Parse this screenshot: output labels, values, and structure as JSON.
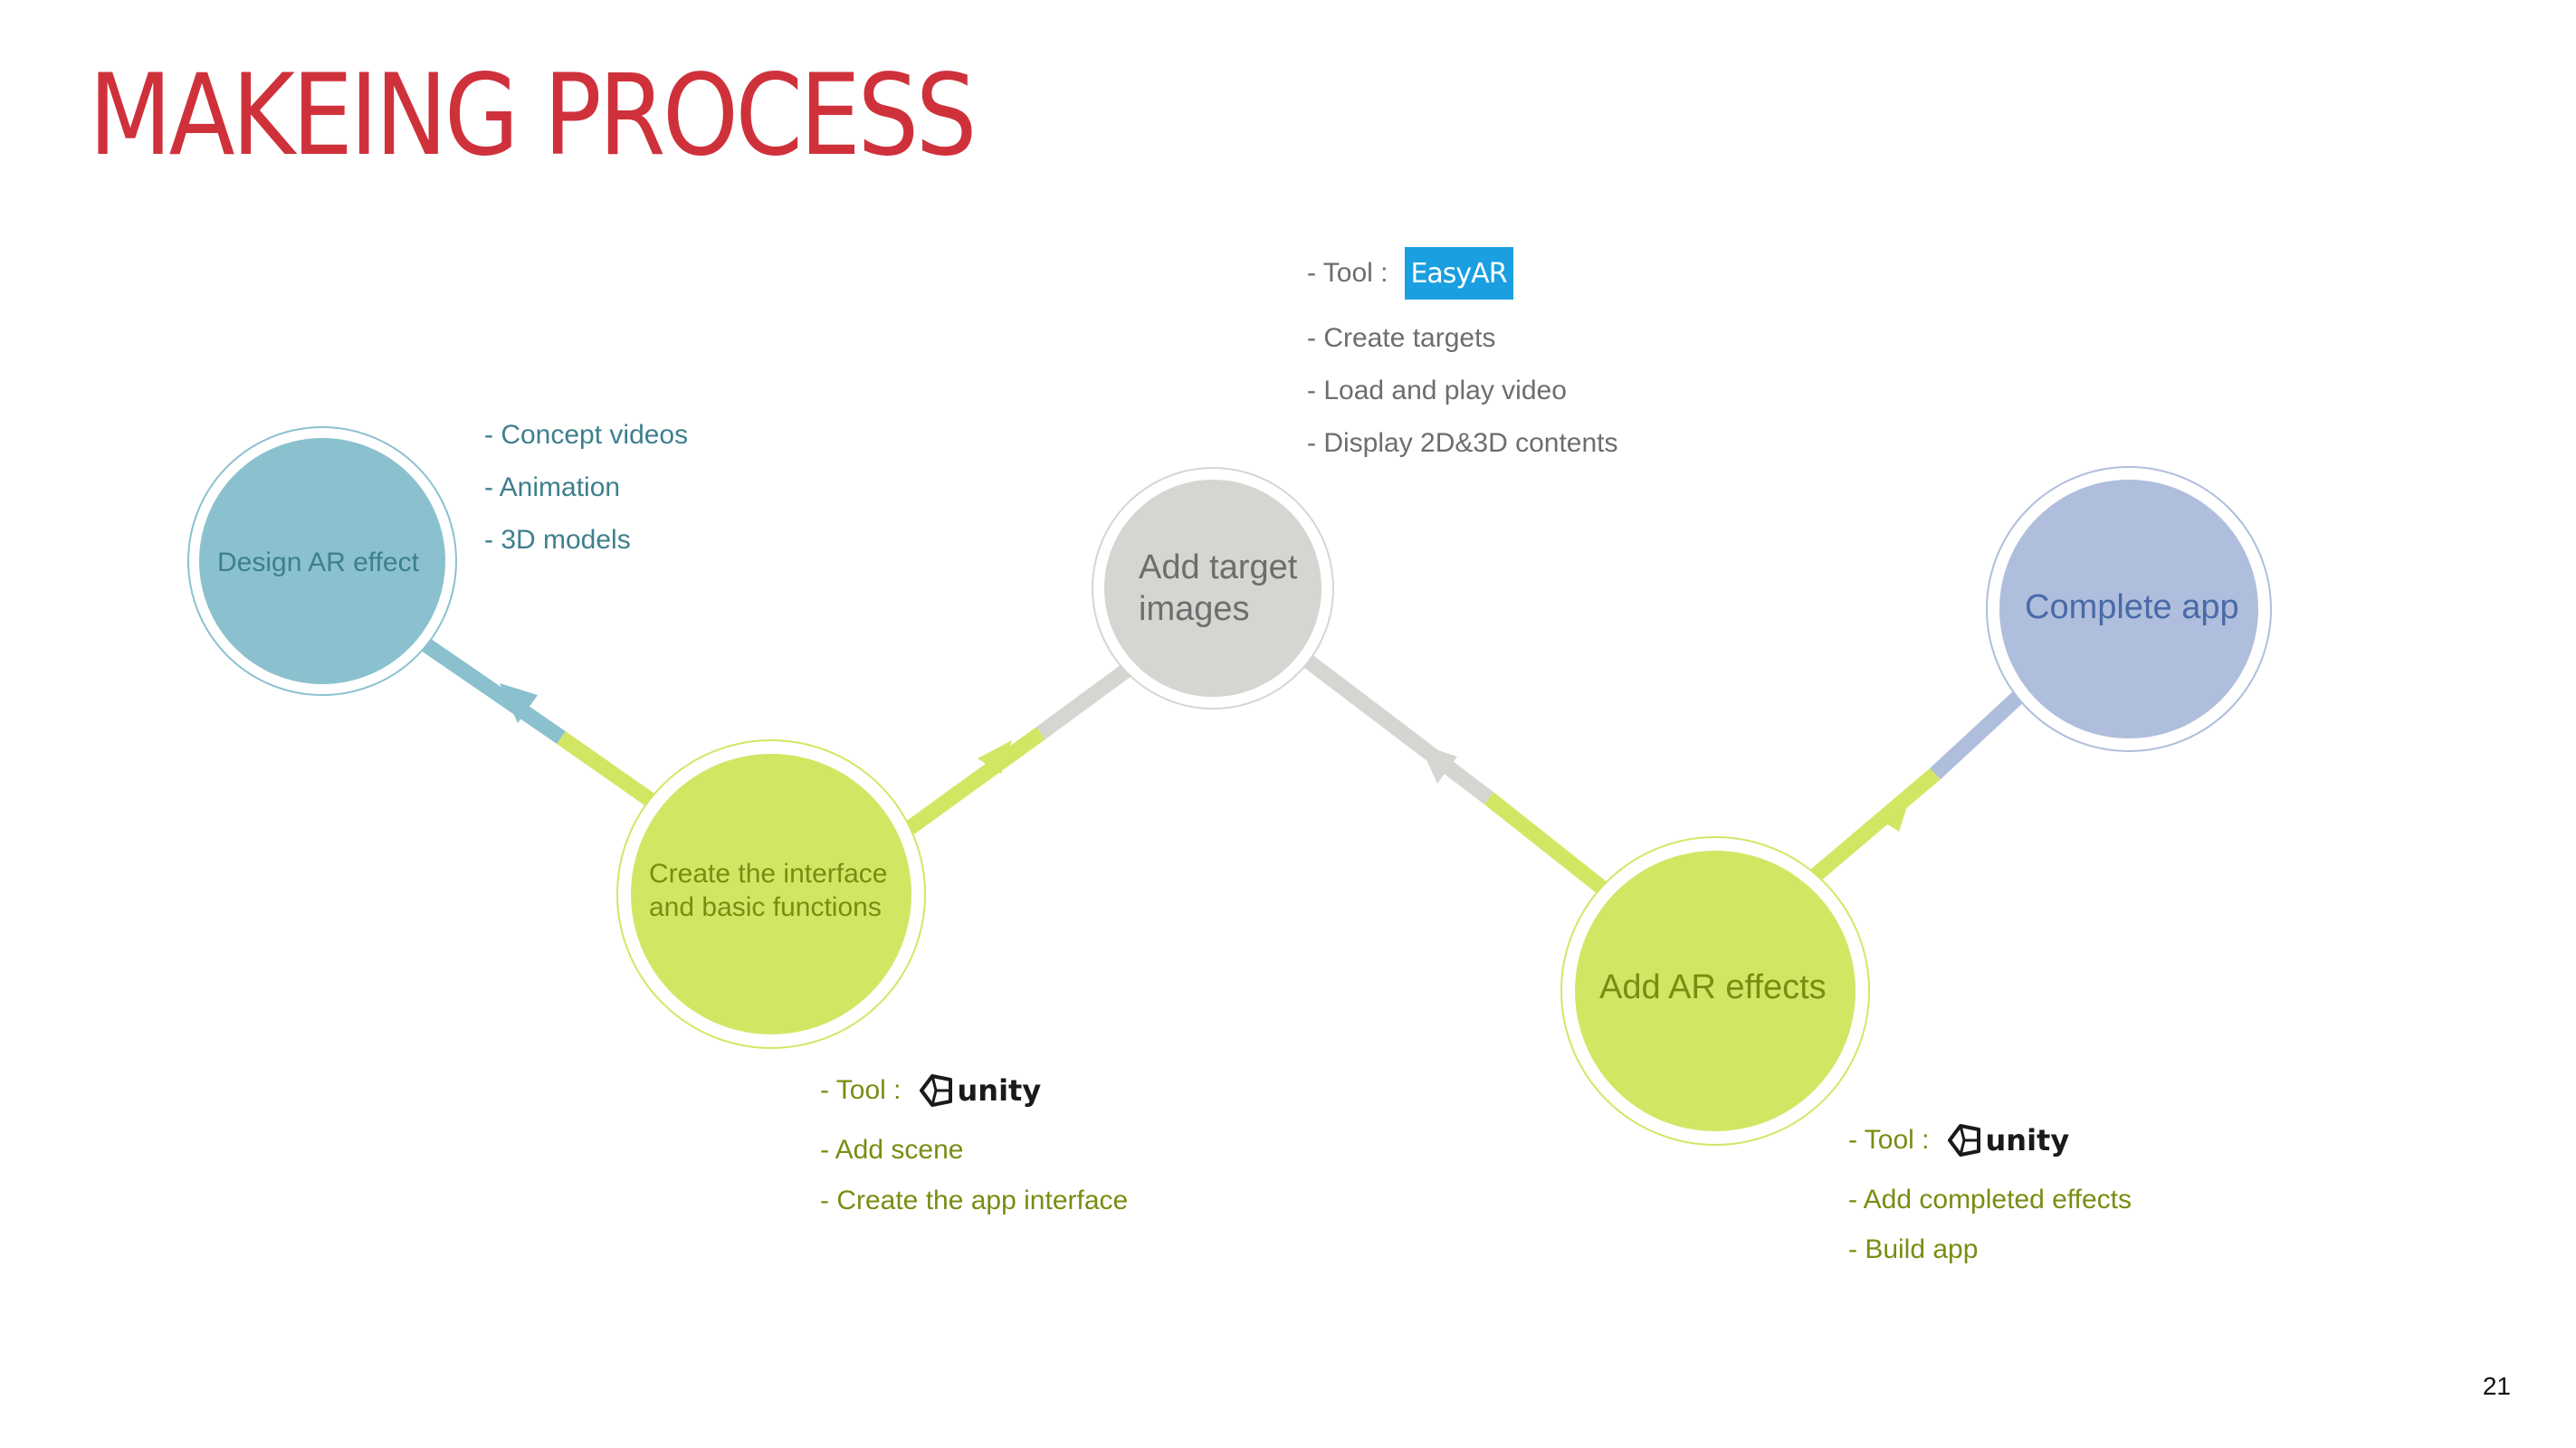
{
  "slide": {
    "title": "MAKEING PROCESS",
    "page_number": "21"
  },
  "colors": {
    "title": "#cf313b",
    "teal": "#8bc1cf",
    "teal_text": "#3e7f8e",
    "lime": "#d3e664",
    "lime_text": "#7a8c12",
    "gray": "#d5d5d2",
    "gray_text": "#6d6d6d",
    "lavender": "#afbedc",
    "lavender_text": "#4a6aa8",
    "easyar_blue": "#1a9fe0"
  },
  "nodes": [
    {
      "id": "design",
      "label": "Design AR effect",
      "color": "teal"
    },
    {
      "id": "interface",
      "label": "Create the interface\nand basic functions",
      "color": "lime"
    },
    {
      "id": "targets",
      "label": "Add target\nimages",
      "color": "gray"
    },
    {
      "id": "effects",
      "label": "Add AR effects",
      "color": "lime"
    },
    {
      "id": "complete",
      "label": "Complete app",
      "color": "lavender"
    }
  ],
  "notes": {
    "design": [
      "- Concept videos",
      "- Animation",
      "- 3D models"
    ],
    "targets": {
      "tool_label": "- Tool :",
      "tool_logo": "EasyAR",
      "items": [
        "- Create targets",
        "- Load and play video",
        "- Display 2D&3D contents"
      ]
    },
    "interface": {
      "tool_label": "- Tool :",
      "tool_logo": "unity",
      "tool_icon": "unity-cube-icon",
      "items": [
        "- Add scene",
        "- Create the app interface"
      ]
    },
    "effects": {
      "tool_label": "- Tool :",
      "tool_logo": "unity",
      "tool_icon": "unity-cube-icon",
      "items": [
        "- Add completed effects",
        "- Build app"
      ]
    }
  }
}
